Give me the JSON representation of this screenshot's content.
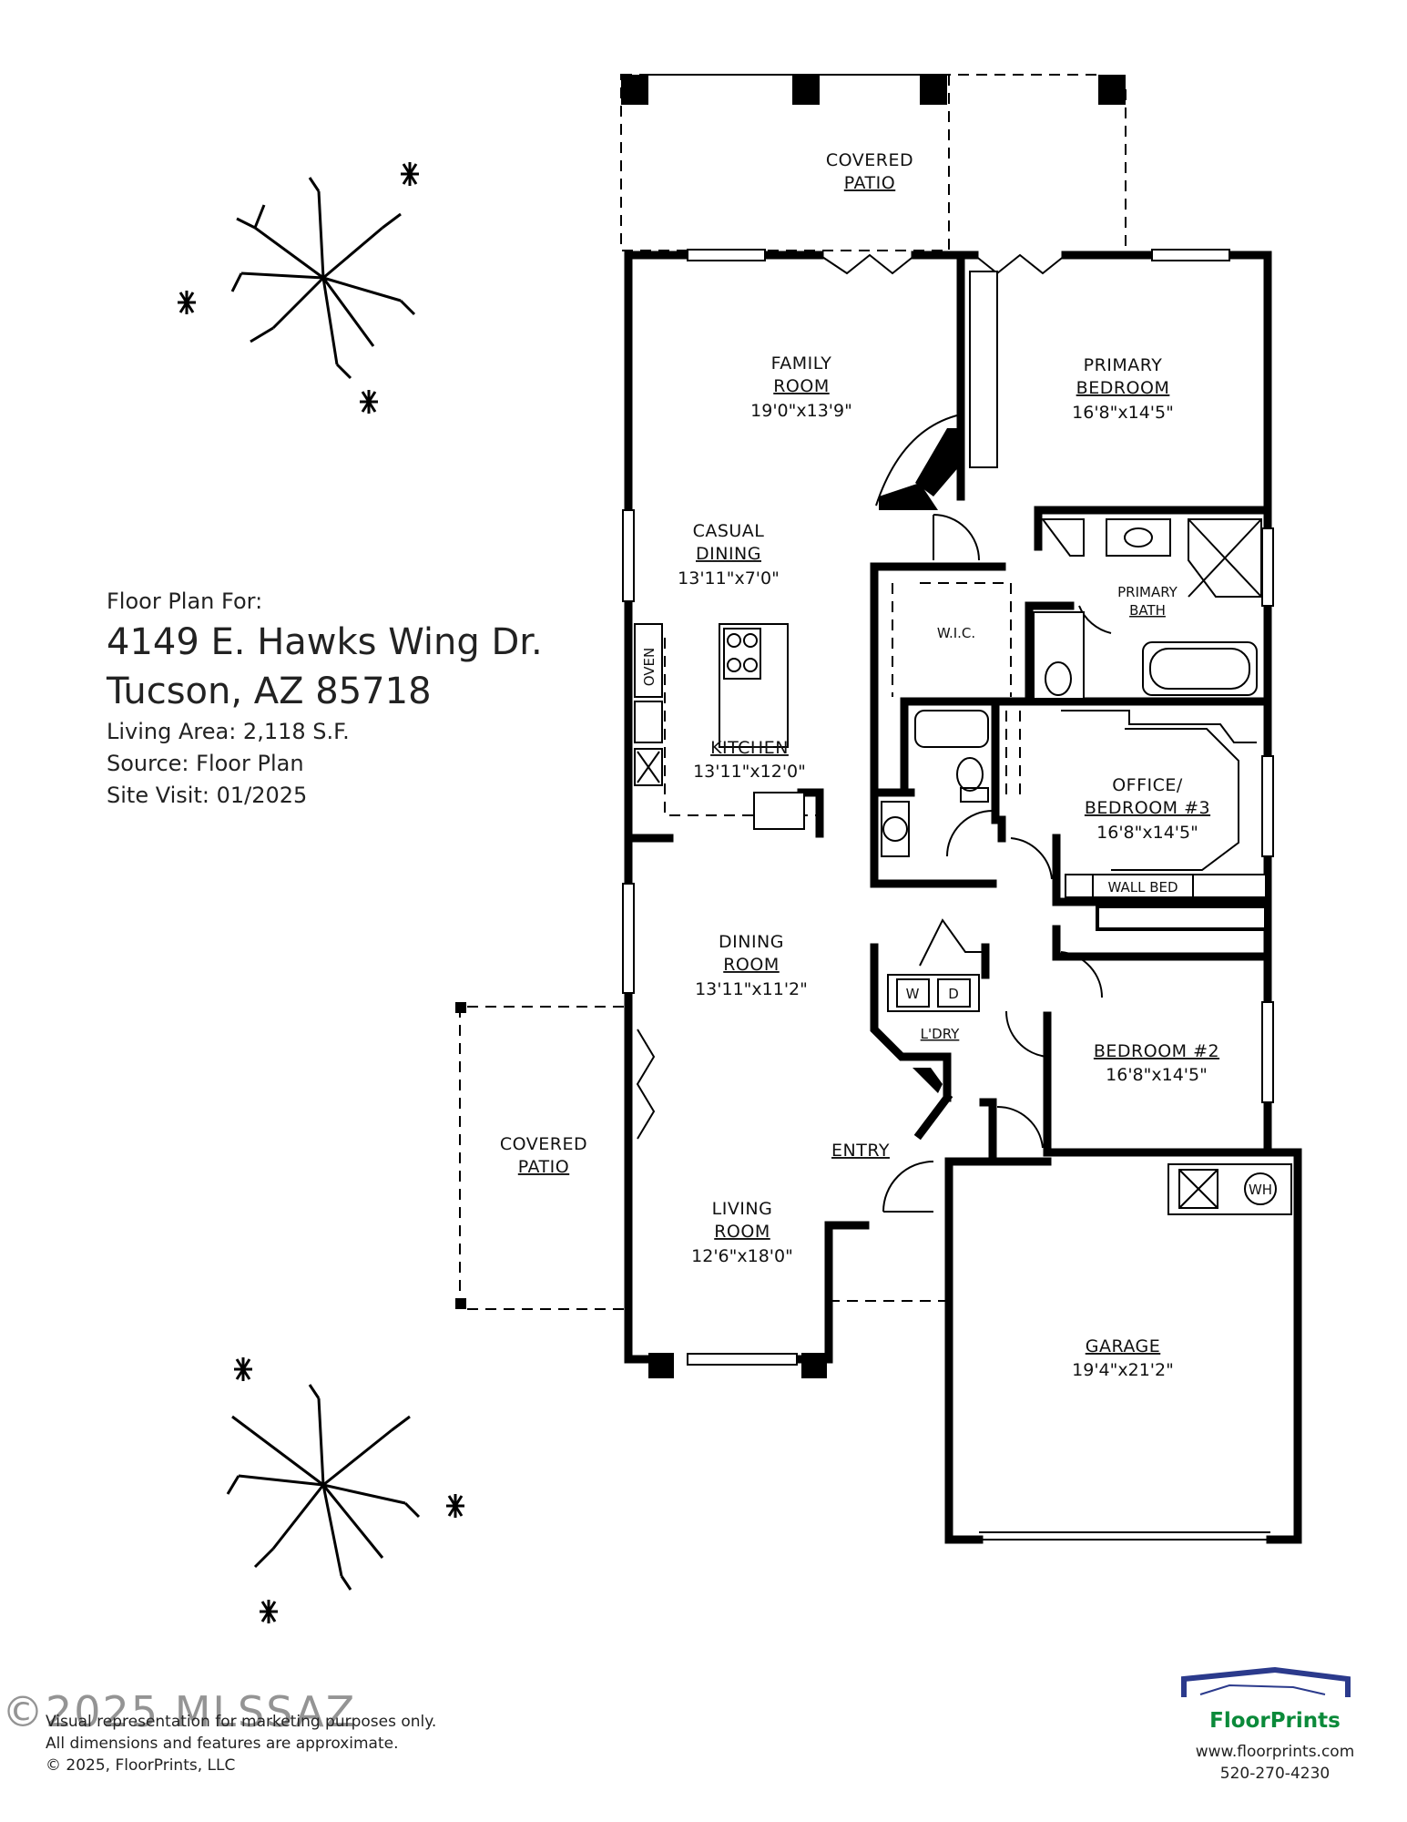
{
  "header": {
    "intro": "Floor Plan For:",
    "address_line1": "4149 E. Hawks Wing Dr.",
    "address_line2": "Tucson, AZ  85718",
    "living_area": "Living Area:  2,118 S.F.",
    "source": "Source:  Floor Plan",
    "site_visit": "Site Visit:  01/2025"
  },
  "rooms": {
    "covered_patio_top": {
      "l1": "COVERED",
      "l2": "PATIO"
    },
    "family_room": {
      "l1": "FAMILY",
      "l2": "ROOM",
      "dim": "19'0\"x13'9\""
    },
    "primary_bedroom": {
      "l1": "PRIMARY",
      "l2": "BEDROOM",
      "dim": "16'8\"x14'5\""
    },
    "casual_dining": {
      "l1": "CASUAL",
      "l2": "DINING",
      "dim": "13'11\"x7'0\""
    },
    "kitchen": {
      "l1": "KITCHEN",
      "dim": "13'11\"x12'0\""
    },
    "oven": "OVEN",
    "wic": "W.I.C.",
    "primary_bath": {
      "l1": "PRIMARY",
      "l2": "BATH"
    },
    "office": {
      "l1": "OFFICE/",
      "l2": "BEDROOM #3",
      "dim": "16'8\"x14'5\""
    },
    "wall_bed": "WALL BED",
    "dining_room": {
      "l1": "DINING",
      "l2": "ROOM",
      "dim": "13'11\"x11'2\""
    },
    "laundry": {
      "l1": "L'DRY",
      "washer": "W",
      "dryer": "D"
    },
    "bedroom2": {
      "l1": "BEDROOM #2",
      "dim": "16'8\"x14'5\""
    },
    "covered_patio_side": {
      "l1": "COVERED",
      "l2": "PATIO"
    },
    "entry": "ENTRY",
    "living_room": {
      "l1": "LIVING",
      "l2": "ROOM",
      "dim": "12'6\"x18'0\""
    },
    "water_heater": "WH",
    "garage": {
      "l1": "GARAGE",
      "dim": "19'4\"x21'2\""
    }
  },
  "footer": {
    "watermark": "©2025 MLSSAZ",
    "disclaimer_line1": "Visual representation for marketing purposes only.",
    "disclaimer_line2": "All dimensions and features are approximate.",
    "disclaimer_line3": "© 2025, FloorPrints, LLC",
    "brand": "FloorPrints",
    "website": "www.floorprints.com",
    "phone": "520-270-4230"
  },
  "colors": {
    "wall": "#000000",
    "brand_green": "#0b8a3a",
    "logo_blue": "#2b3a8c"
  }
}
